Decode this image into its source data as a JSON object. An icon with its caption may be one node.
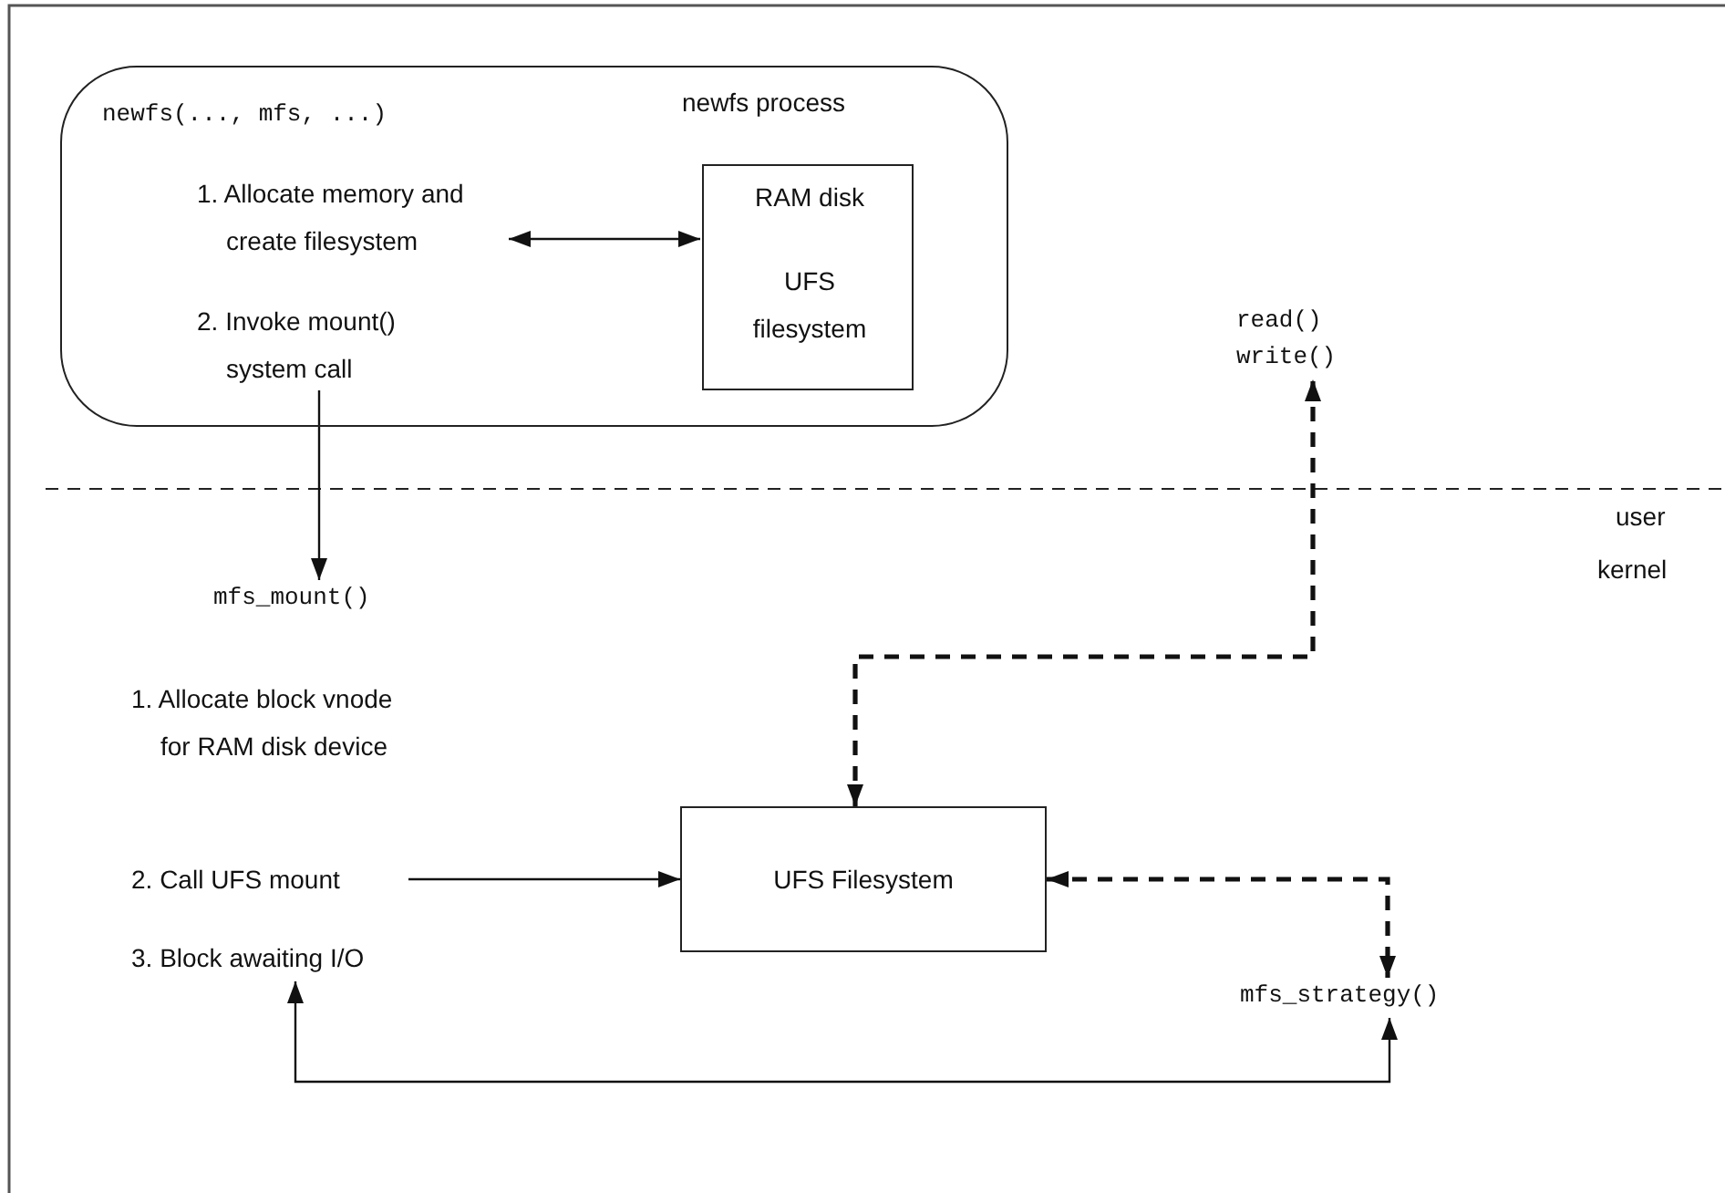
{
  "diagram": {
    "nodes": [
      {
        "text": [
          "newfs(..., mfs, ...)",
          "newfs process"
        ]
      },
      {
        "text": [
          "1. Allocate memory and create filesystem"
        ],
        "in": 0
      },
      {
        "text": [
          "2. Invoke mount() system call"
        ],
        "in": 0
      },
      {
        "text": [
          "RAM disk",
          "UFS filesystem"
        ],
        "in": 0
      },
      {
        "text": [
          "read() write()"
        ]
      },
      {
        "text": [
          "mfs_mount()"
        ]
      },
      {
        "text": [
          "1. Allocate block vnode for RAM disk device"
        ]
      },
      {
        "text": [
          "2. Call UFS mount"
        ]
      },
      {
        "text": [
          "3. Block awaiting I/O"
        ]
      },
      {
        "text": [
          "UFS Filesystem"
        ]
      },
      {
        "text": [
          "mfs_strategy()"
        ]
      }
    ],
    "edges": [
      {
        "from": 1,
        "to": 3,
        "arrow": "both"
      },
      {
        "from": 2,
        "to": 5,
        "arrow": "to"
      },
      {
        "from": 9,
        "to": 4,
        "arrow": "both",
        "style": "dashed"
      },
      {
        "from": 7,
        "to": 9,
        "arrow": "to"
      },
      {
        "from": 9,
        "to": 10,
        "arrow": "both",
        "style": "dashed"
      },
      {
        "from": 8,
        "to": 10,
        "arrow": "both"
      }
    ],
    "labels": [
      "user",
      "kernel"
    ]
  }
}
